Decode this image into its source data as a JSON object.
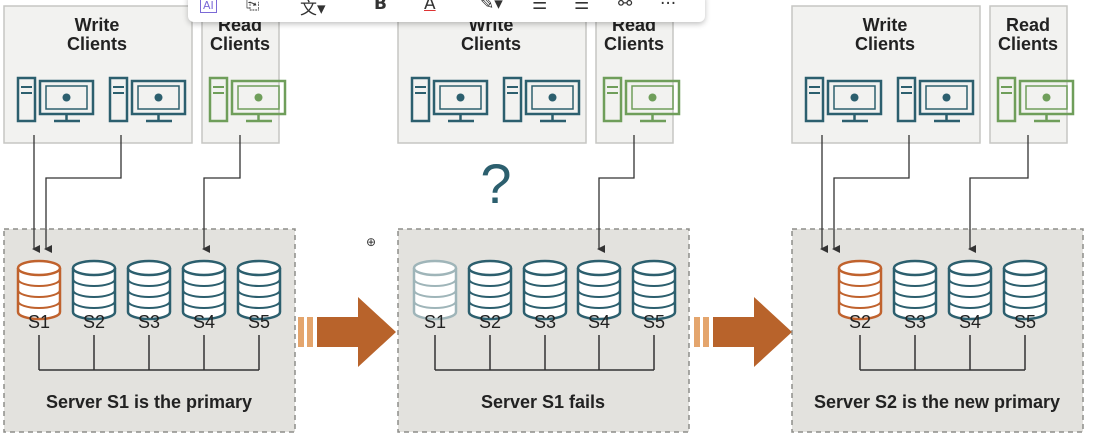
{
  "scenes": [
    {
      "write_label_1": "Write",
      "write_label_2": "Clients",
      "read_label_1": "Read",
      "read_label_2": "Clients",
      "servers": [
        "S1",
        "S2",
        "S3",
        "S4",
        "S5"
      ],
      "caption": "Server S1 is the primary",
      "mark": ""
    },
    {
      "write_label_1": "Write",
      "write_label_2": "Clients",
      "read_label_1": "Read",
      "read_label_2": "Clients",
      "servers": [
        "S1",
        "S2",
        "S3",
        "S4",
        "S5"
      ],
      "caption": "Server S1 fails",
      "mark": "?"
    },
    {
      "write_label_1": "Write",
      "write_label_2": "Clients",
      "read_label_1": "Read",
      "read_label_2": "Clients",
      "servers": [
        "S2",
        "S3",
        "S4",
        "S5"
      ],
      "caption": "Server S2 is the new primary",
      "mark": ""
    }
  ],
  "colors": {
    "panel_bg": "#f2f2f0",
    "panel_border": "#c6c6c3",
    "box_bg": "#e3e2de",
    "box_border": "#8e8e8a",
    "db_teal": "#2c5f6e",
    "db_primary": "#c0622d",
    "db_failed": "#9fb5b9",
    "monitor_dark": "#2c5f6e",
    "monitor_read": "#6f9e5a",
    "arrow": "#b8632b",
    "arrow_stripe": "#e4a56d"
  },
  "toolbar": {
    "icons": [
      "ai-icon",
      "format-painter-icon",
      "font-icon",
      "bold-icon",
      "font-color-icon",
      "highlight-icon",
      "bullet-list-icon",
      "numbered-list-icon",
      "link-icon",
      "more-icon"
    ],
    "bold_label": "B",
    "font_color_label": "A",
    "more_label": "···"
  }
}
